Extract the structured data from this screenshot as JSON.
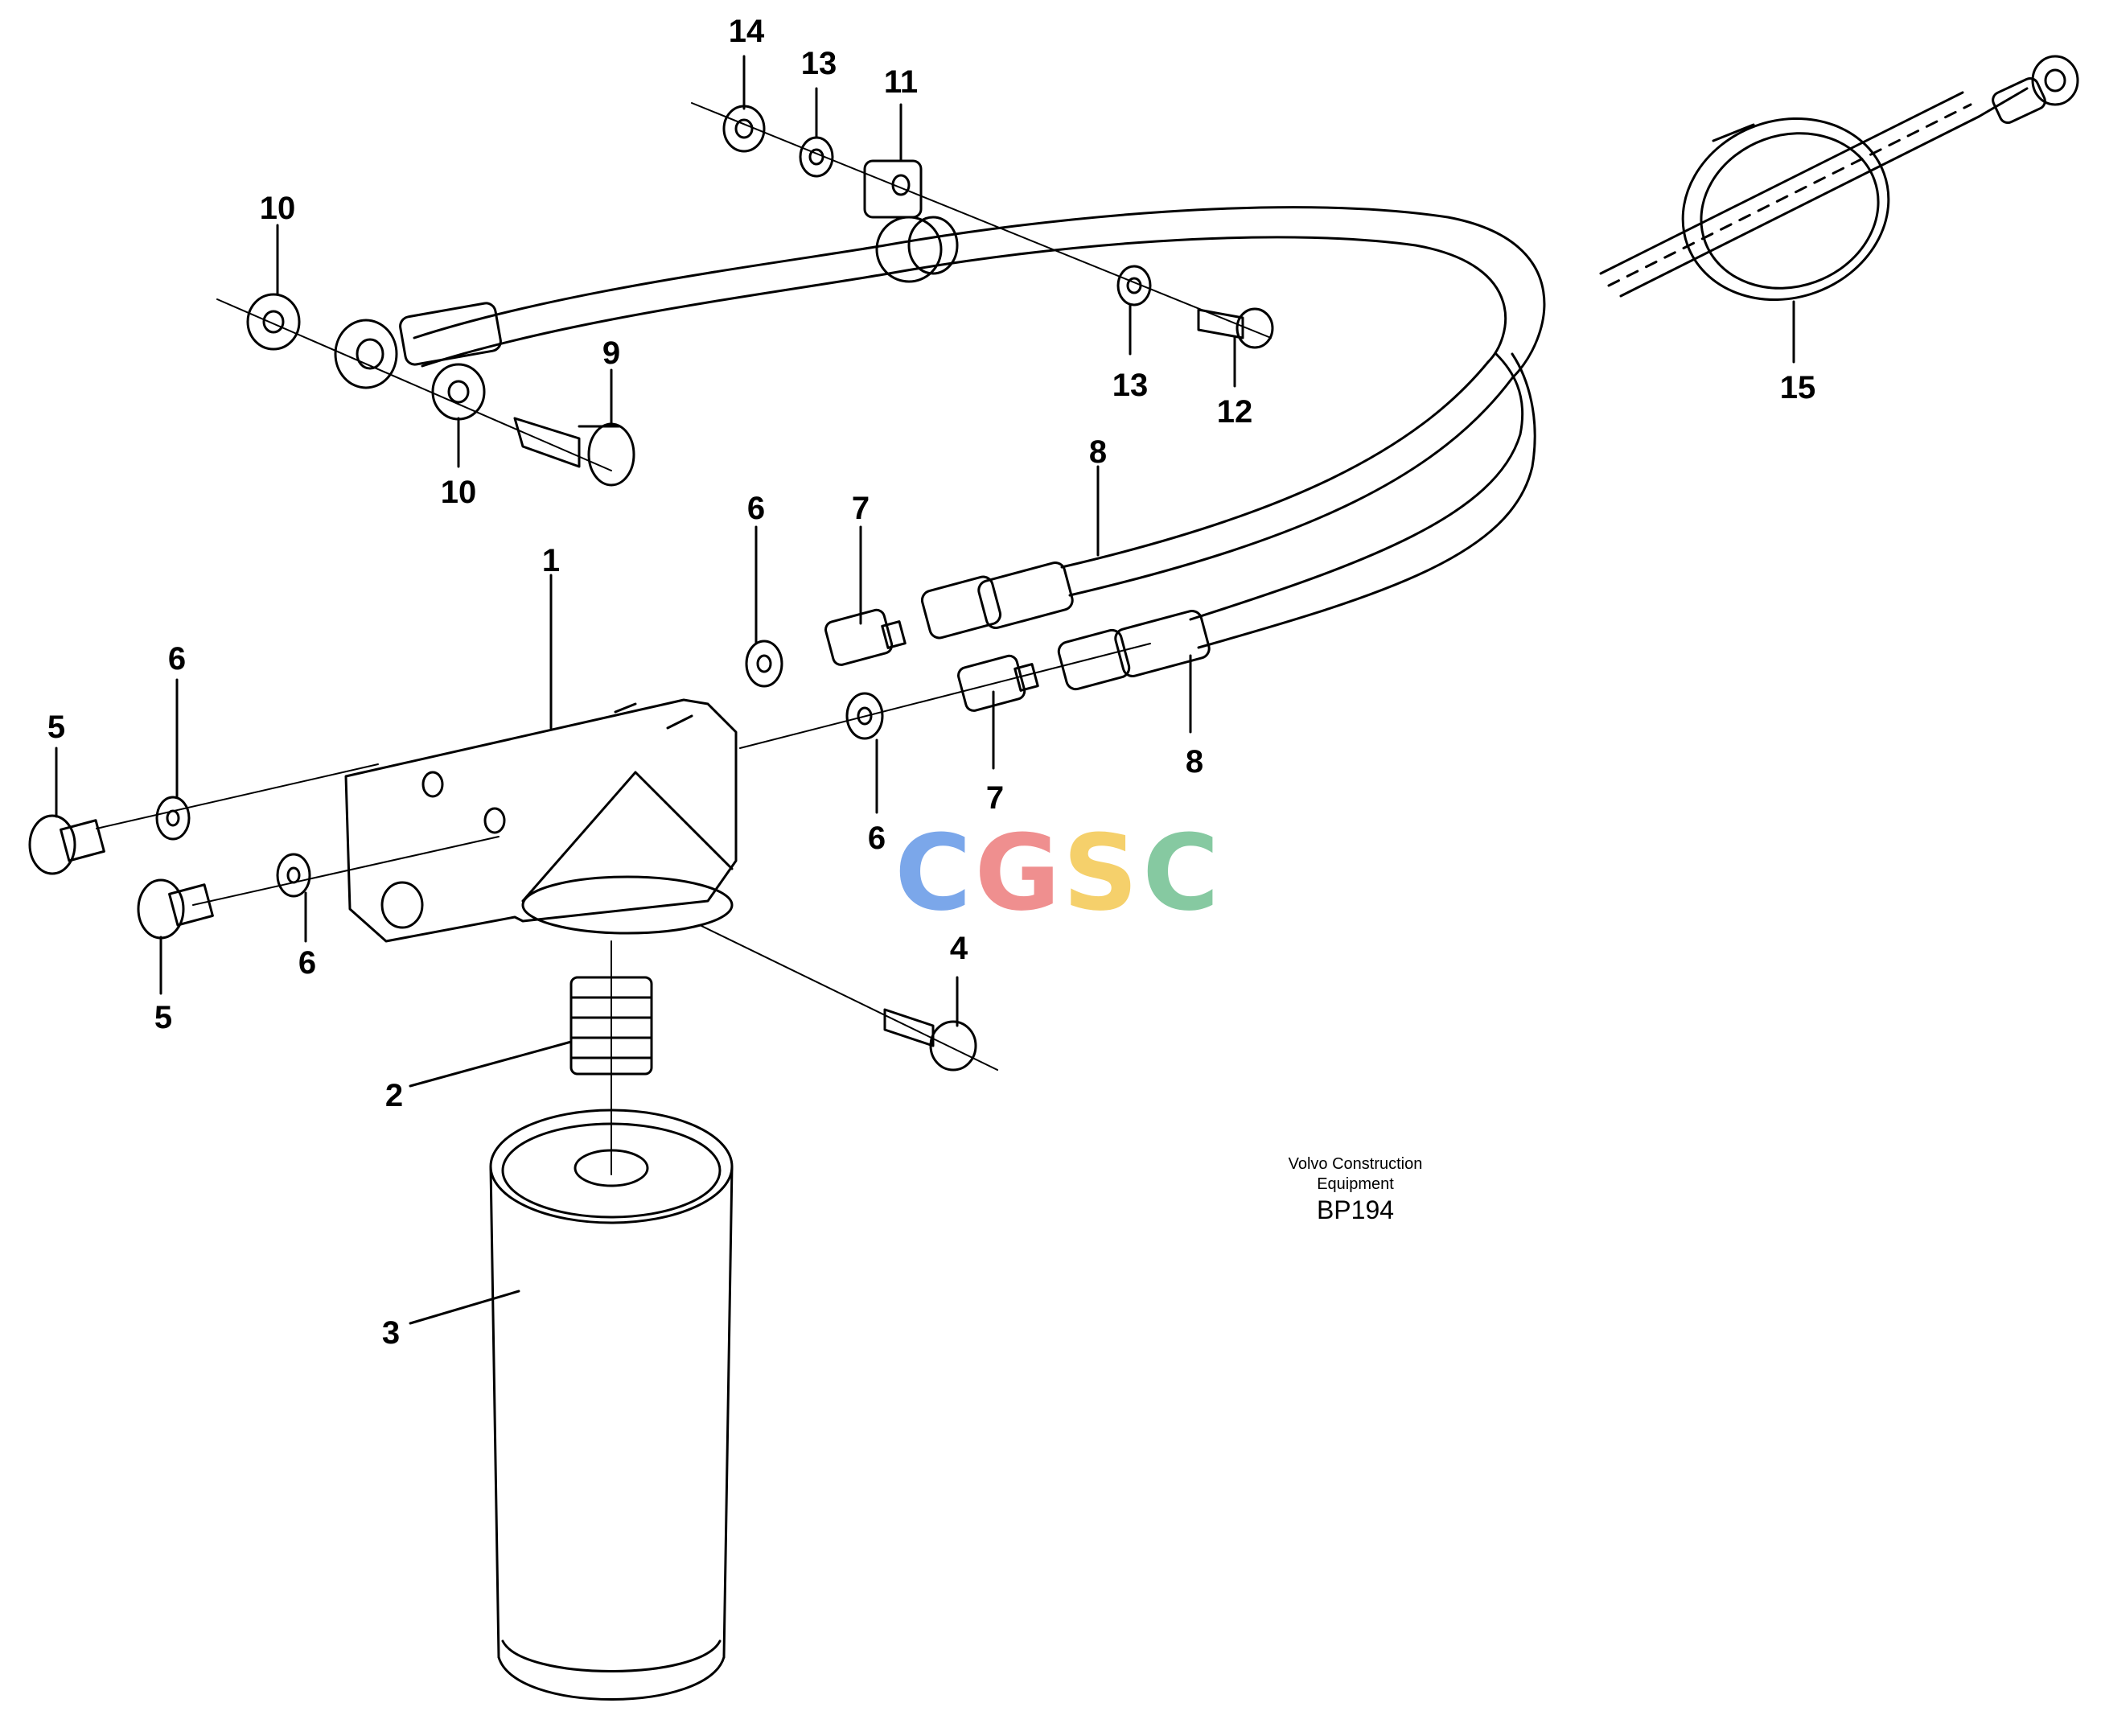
{
  "callouts": [
    {
      "id": "c14",
      "text": "14"
    },
    {
      "id": "c13a",
      "text": "13"
    },
    {
      "id": "c11",
      "text": "11"
    },
    {
      "id": "c10a",
      "text": "10"
    },
    {
      "id": "c9",
      "text": "9"
    },
    {
      "id": "c10b",
      "text": "10"
    },
    {
      "id": "c13b",
      "text": "13"
    },
    {
      "id": "c12",
      "text": "12"
    },
    {
      "id": "c15",
      "text": "15"
    },
    {
      "id": "c8a",
      "text": "8"
    },
    {
      "id": "c7a",
      "text": "7"
    },
    {
      "id": "c6a",
      "text": "6"
    },
    {
      "id": "c1",
      "text": "1"
    },
    {
      "id": "c6b",
      "text": "6"
    },
    {
      "id": "c5a",
      "text": "5"
    },
    {
      "id": "c8b",
      "text": "8"
    },
    {
      "id": "c7b",
      "text": "7"
    },
    {
      "id": "c6c",
      "text": "6"
    },
    {
      "id": "c5b",
      "text": "5"
    },
    {
      "id": "c6d",
      "text": "6"
    },
    {
      "id": "c4",
      "text": "4"
    },
    {
      "id": "c2",
      "text": "2"
    },
    {
      "id": "c3",
      "text": "3"
    }
  ],
  "credit": {
    "line1": "Volvo Construction",
    "line2": "Equipment",
    "code": "BP194"
  },
  "watermark": {
    "letters": [
      "C",
      "G",
      "S",
      "C"
    ],
    "colors": [
      "#7ba7ea",
      "#ef8f8f",
      "#f5d06b",
      "#86c9a1"
    ]
  }
}
